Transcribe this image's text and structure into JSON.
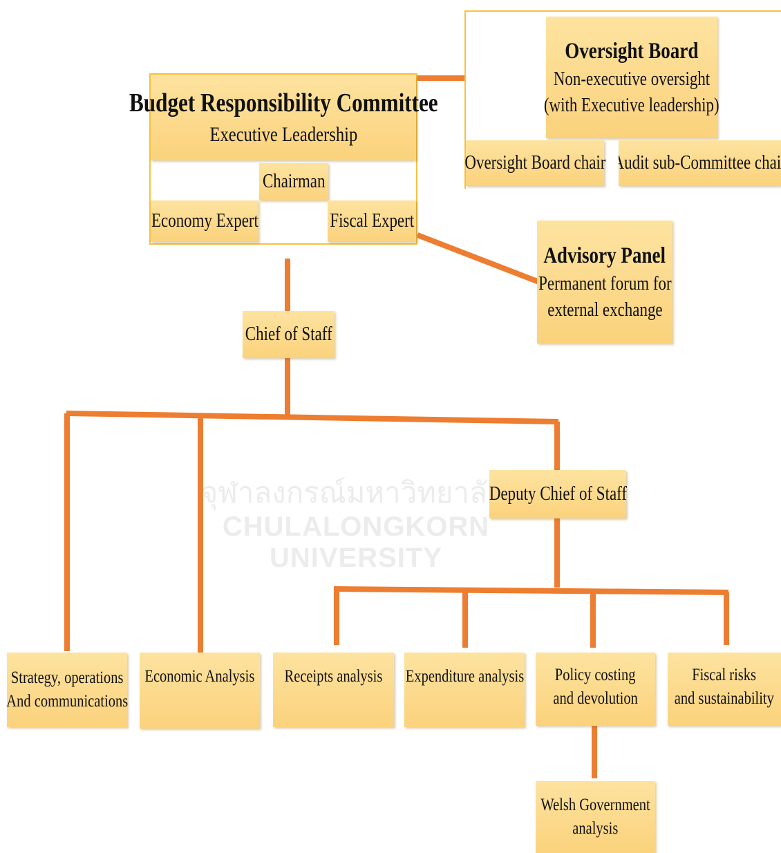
{
  "watermark": {
    "thai": "จุฬาลงกรณ์มหาวิทยาลัย",
    "english": "CHULALONGKORN UNIVERSITY"
  },
  "committee": {
    "title": "Budget Responsibility Committee",
    "subtitle": "Executive Leadership",
    "chairman": "Chairman",
    "economy_expert": "Economy Expert",
    "fiscal_expert": "Fiscal Expert"
  },
  "oversight": {
    "title": "Oversight Board",
    "line1": "Non-executive oversight",
    "line2": "(with Executive leadership)",
    "chair": "Oversight Board chair",
    "audit_chair": "Audit sub-Committee chair"
  },
  "advisory": {
    "title": "Advisory Panel",
    "line1": "Permanent forum for",
    "line2": "external exchange"
  },
  "chief_of_staff": "Chief of Staff",
  "deputy_chief_of_staff": "Deputy Chief of Staff",
  "units": {
    "strategy": [
      "Strategy, operations",
      "And communications"
    ],
    "economic": [
      "Economic Analysis"
    ],
    "receipts": [
      "Receipts analysis"
    ],
    "expenditure": [
      "Expenditure analysis"
    ],
    "policy": [
      "Policy costing",
      "and devolution"
    ],
    "fiscal_risks": [
      "Fiscal risks",
      "and sustainability"
    ],
    "welsh": [
      "Welsh Government",
      "analysis"
    ]
  },
  "colors": {
    "connector": "#ed7d31",
    "box_fill": "#fbd27c",
    "box_border": "#f5c242"
  }
}
